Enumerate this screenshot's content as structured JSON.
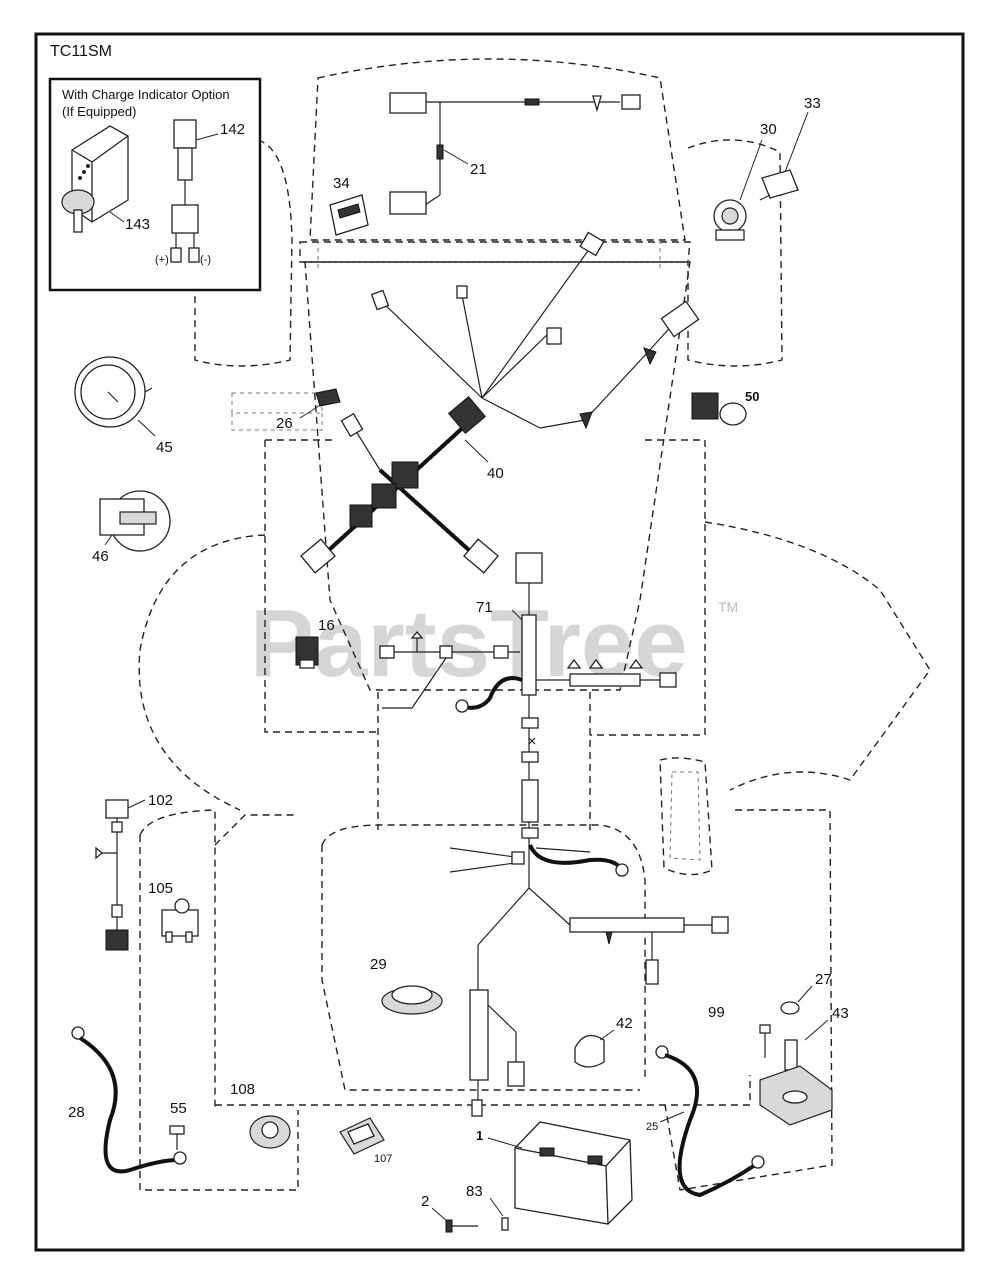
{
  "diagram_id": "TC11SM",
  "inset": {
    "title_line1": "With Charge Indicator Option",
    "title_line2": "(If Equipped)",
    "polarity_plus": "(+)",
    "polarity_minus": "(-)"
  },
  "callouts": {
    "c142": "142",
    "c143": "143",
    "c21": "21",
    "c34": "34",
    "c30": "30",
    "c33": "33",
    "c45": "45",
    "c26": "26",
    "c40": "40",
    "c50": "50",
    "c46": "46",
    "c16": "16",
    "c71": "71",
    "c102": "102",
    "c105": "105",
    "c29": "29",
    "c42": "42",
    "c27": "27",
    "c99": "99",
    "c43": "43",
    "c28": "28",
    "c55": "55",
    "c108": "108",
    "c107": "107",
    "c1": "1",
    "c25": "25",
    "c2": "2",
    "c83": "83"
  },
  "watermark": {
    "text": "PartsTree",
    "tm": "TM"
  }
}
